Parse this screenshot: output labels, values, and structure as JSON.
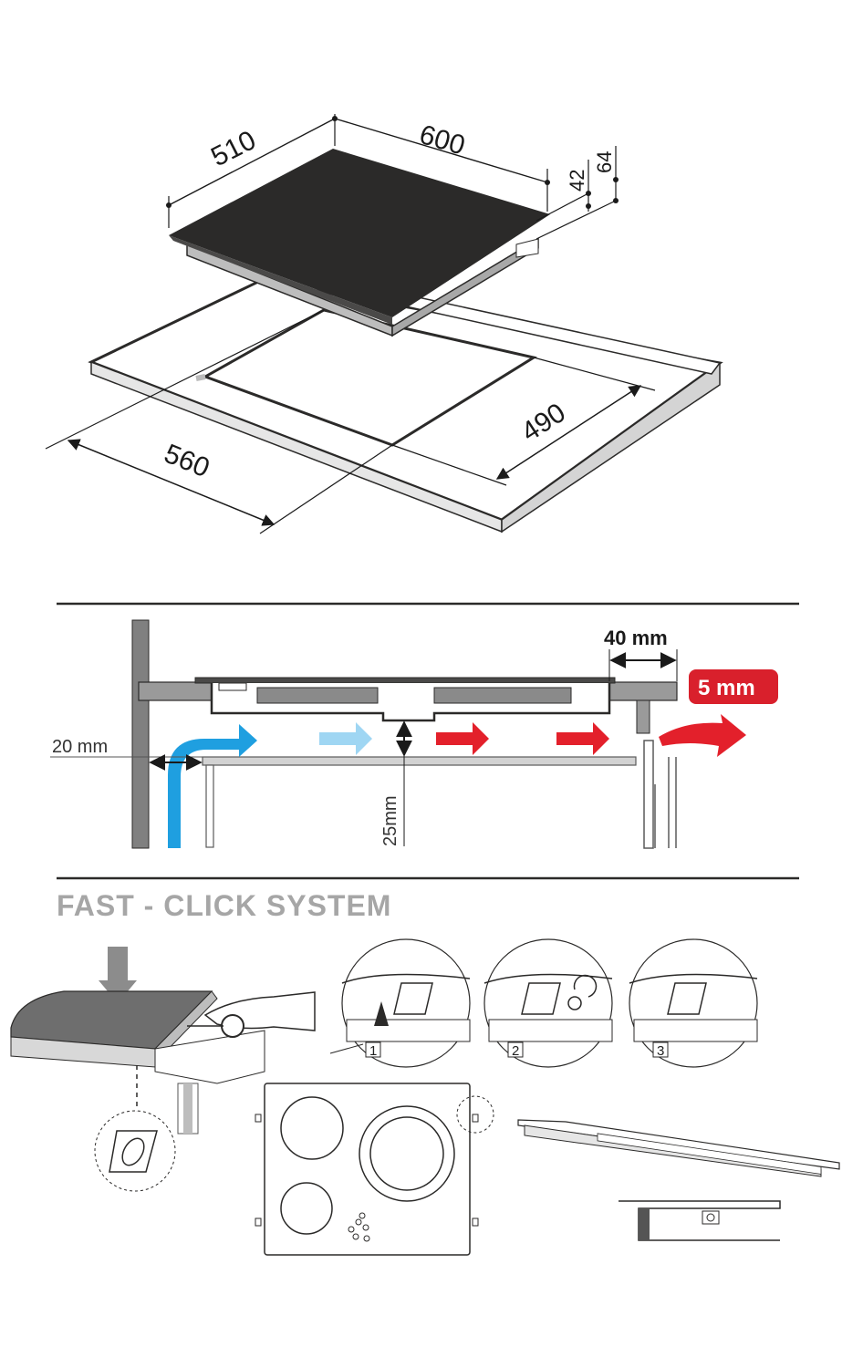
{
  "dimensions": {
    "hob_depth": "510",
    "hob_width": "600",
    "depth_42": "42",
    "depth_64": "64",
    "cutout_depth": "490",
    "cutout_width": "560"
  },
  "ventilation": {
    "wall_gap": "20 mm",
    "edge_gap": "40 mm",
    "rear_gap": "5 mm",
    "air_gap": "25mm"
  },
  "fast_click": {
    "title": "FAST - CLICK SYSTEM",
    "steps": [
      "1",
      "2",
      "3"
    ]
  },
  "colors": {
    "hob_glass": "#2b2a29",
    "cold_air": "#1f9fe0",
    "cool_air_light": "#9fd6f3",
    "hot_air": "#e3202b",
    "badge": "#d9202c",
    "structure_gray": "#7d7d7d",
    "title_gray": "#a6a6a6"
  }
}
